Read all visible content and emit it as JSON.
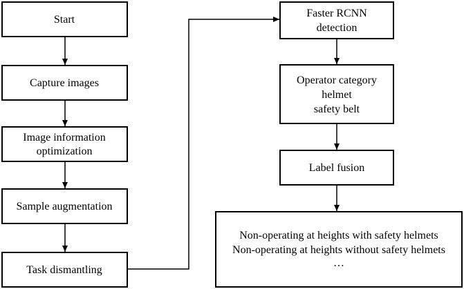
{
  "flowchart": {
    "start": "Start",
    "capture_images": "Capture images",
    "image_optimization": [
      "Image information",
      "optimization"
    ],
    "sample_augmentation": "Sample augmentation",
    "task_dismantling": "Task dismantling",
    "faster_rcnn": [
      "Faster RCNN",
      "detection"
    ],
    "operator_category": [
      "Operator category",
      "helmet",
      "safety belt"
    ],
    "label_fusion": "Label fusion",
    "result": [
      "Non-operating at heights  with safety helmets",
      "Non-operating at heights without safety helmets",
      "…"
    ]
  }
}
